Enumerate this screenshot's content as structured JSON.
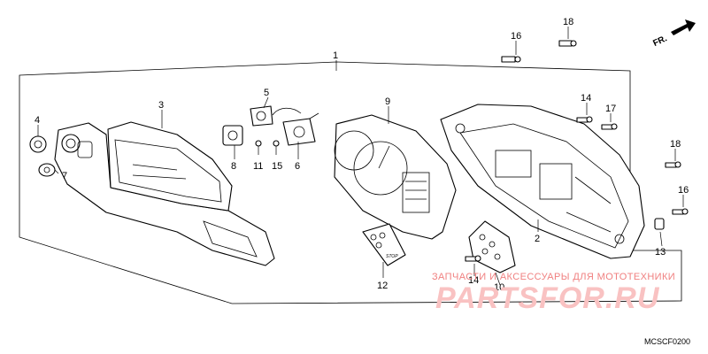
{
  "callouts": [
    "1",
    "2",
    "3",
    "4",
    "5",
    "6",
    "7",
    "8",
    "9",
    "10",
    "11",
    "12",
    "13",
    "14",
    "14",
    "15",
    "16",
    "16",
    "17",
    "18",
    "18"
  ],
  "direction_label": "FR.",
  "diagram_code": "MCSCF0200",
  "watermark": {
    "caption": "ЗАПЧАСТИ И АКСЕССУАРЫ ДЛЯ МОТОТЕХНИКИ",
    "logo": "PARTSFOR.RU"
  },
  "decal_text": "STOP",
  "colors": {
    "line": "#000000",
    "watermark": "#f08080"
  }
}
